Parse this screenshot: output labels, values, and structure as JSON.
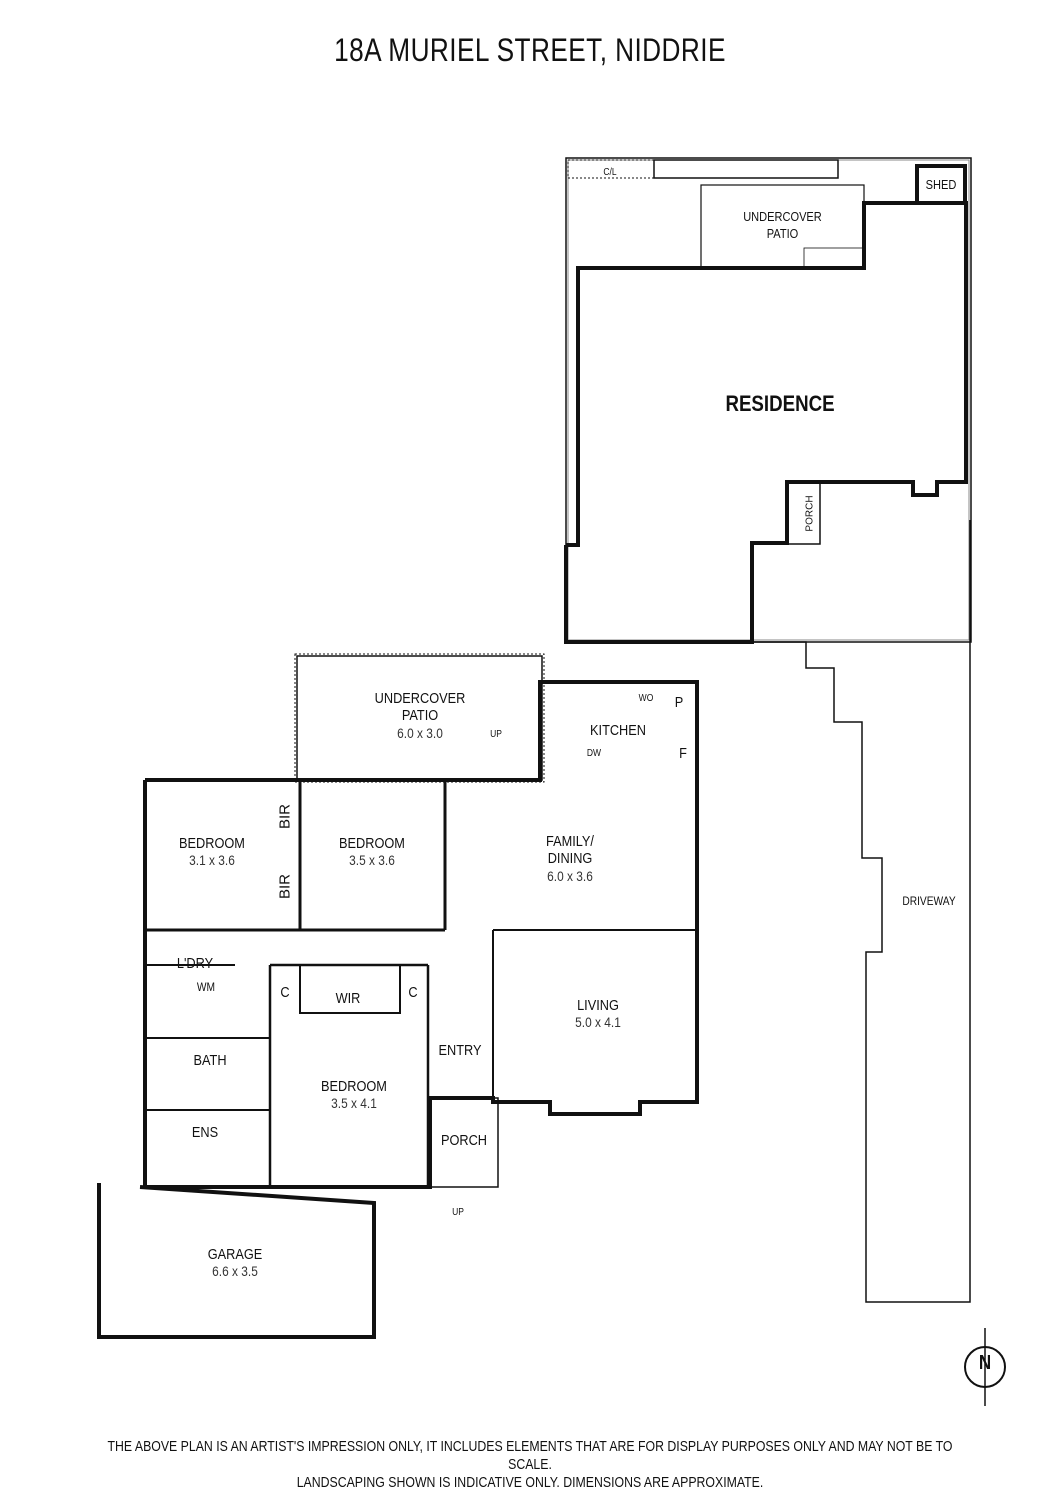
{
  "title": "18A MURIEL STREET, NIDDRIE",
  "rooms": {
    "undercover_patio_rear": {
      "label": "UNDERCOVER\nPATIO"
    },
    "shed": {
      "label": "SHED"
    },
    "cl": {
      "label": "C/L"
    },
    "residence": {
      "label": "RESIDENCE"
    },
    "porch_rear": {
      "label": "PORCH"
    },
    "undercover_patio": {
      "label": "UNDERCOVER\nPATIO",
      "dim": "6.0 x 3.0",
      "up": "UP"
    },
    "kitchen": {
      "label": "KITCHEN",
      "dw": "DW",
      "wo": "WO",
      "p": "P",
      "f": "F"
    },
    "bedroom1": {
      "label": "BEDROOM",
      "dim": "3.1 x 3.6"
    },
    "bir1": {
      "label": "BIR"
    },
    "bir2": {
      "label": "BIR"
    },
    "bedroom2": {
      "label": "BEDROOM",
      "dim": "3.5 x 3.6"
    },
    "family_dining": {
      "label": "FAMILY/\nDINING",
      "dim": "6.0 x 3.6"
    },
    "laundry": {
      "label": "L'DRY",
      "wm": "WM"
    },
    "c1": {
      "label": "C"
    },
    "wir": {
      "label": "WIR"
    },
    "c2": {
      "label": "C"
    },
    "living": {
      "label": "LIVING",
      "dim": "5.0 x 4.1"
    },
    "bath": {
      "label": "BATH"
    },
    "entry": {
      "label": "ENTRY"
    },
    "bedroom3": {
      "label": "BEDROOM",
      "dim": "3.5 x 4.1"
    },
    "ens": {
      "label": "ENS"
    },
    "porch": {
      "label": "PORCH",
      "up": "UP"
    },
    "garage": {
      "label": "GARAGE",
      "dim": "6.6 x 3.5"
    },
    "driveway": {
      "label": "DRIVEWAY"
    }
  },
  "compass": {
    "label": "N"
  },
  "disclaimer": {
    "line1": "THE ABOVE PLAN IS AN ARTIST'S IMPRESSION ONLY, IT INCLUDES ELEMENTS THAT ARE FOR DISPLAY PURPOSES ONLY AND MAY NOT BE TO SCALE.",
    "line2": "LANDSCAPING SHOWN IS INDICATIVE ONLY. DIMENSIONS ARE APPROXIMATE."
  }
}
